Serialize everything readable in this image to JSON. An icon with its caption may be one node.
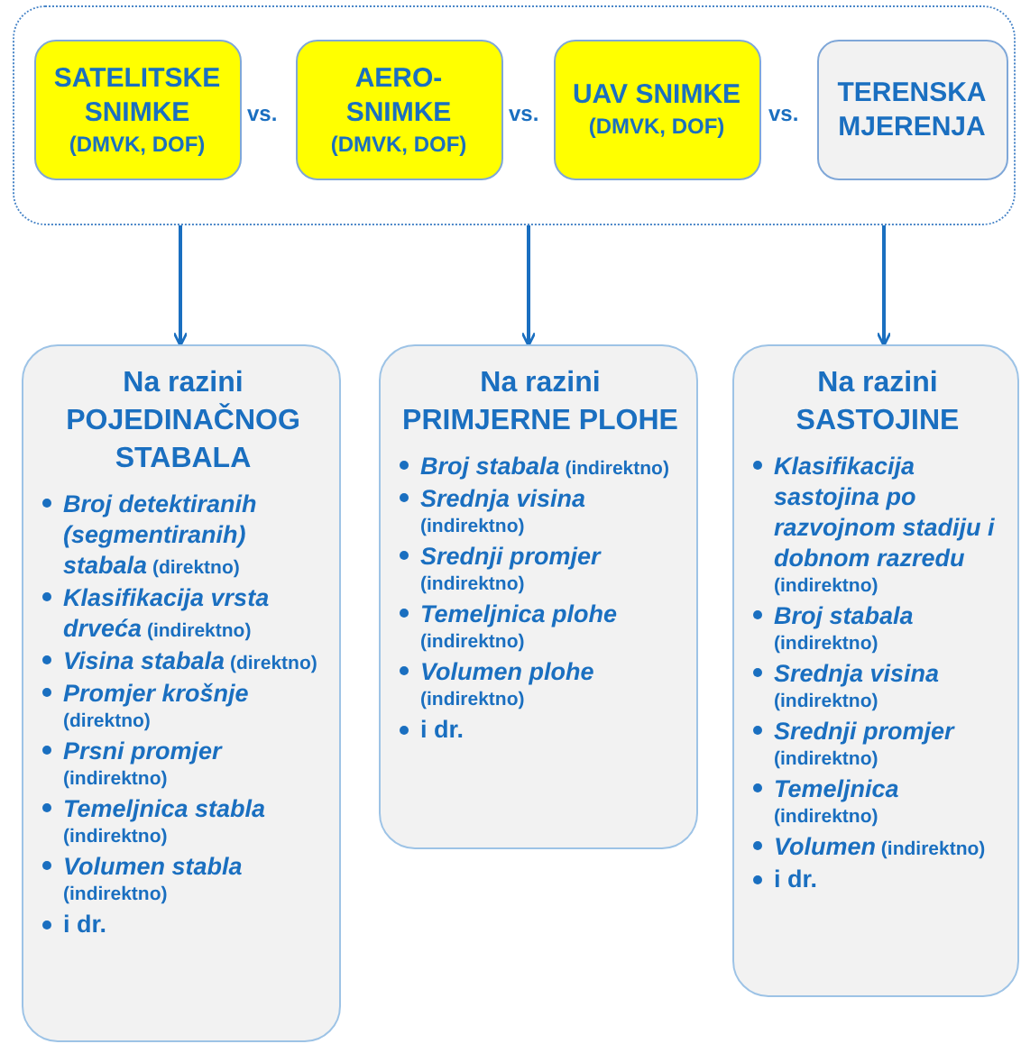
{
  "diagram": {
    "nodes": [
      {
        "text": [],
        "shape": "box"
      },
      {
        "text": [
          "SATELITSKE SNIMKE",
          "(DMVK, DOF)"
        ],
        "in": 0
      },
      {
        "text": [
          "AERO- SNIMKE",
          "(DMVK, DOF)"
        ],
        "in": 0
      },
      {
        "text": [
          "UAV SNIMKE",
          "(DMVK, DOF)"
        ],
        "in": 0
      },
      {
        "text": [
          "TERENSKA MJERENJA"
        ],
        "in": 0
      },
      {
        "text": [
          "Na razini POJEDINAČNOG STABALA",
          "*Broj detektiranih (segmentiranih) stabala* (direktno)",
          "*Klasifikacija vrsta drveća* (indirektno)",
          "*Visina stabala* (direktno)",
          "*Promjer krošnje* (direktno)",
          "*Prsni promjer* (indirektno)",
          "*Temeljnica stabla* (indirektno)",
          "*Volumen stabla* (indirektno)",
          "i dr."
        ]
      },
      {
        "text": [
          "Na razini PRIMJERNE PLOHE",
          "*Broj stabala* (indirektno)",
          "*Srednja visina* (indirektno)",
          "*Srednji promjer* (indirektno)",
          "*Temeljnica plohe* (indirektno)",
          "*Volumen plohe* (indirektno)",
          "i dr."
        ]
      },
      {
        "text": [
          "Na razini SASTOJINE",
          "*Klasifikacija sastojina po razvojnom stadiju i dobnom razredu* (indirektno)",
          "*Broj stabala* (indirektno)",
          "*Srednja visina* (indirektno)",
          "*Srednji promjer* (indirektno)",
          "*Temeljnica* (indirektno)",
          "*Volumen* (indirektno)",
          "i dr."
        ]
      }
    ],
    "edges": [
      {
        "from": 0,
        "to": 5,
        "arrow": "to"
      },
      {
        "from": 0,
        "to": 6,
        "arrow": "to"
      },
      {
        "from": 0,
        "to": 7,
        "arrow": "to"
      }
    ],
    "labels": [
      "vs.",
      "vs.",
      "vs."
    ]
  }
}
